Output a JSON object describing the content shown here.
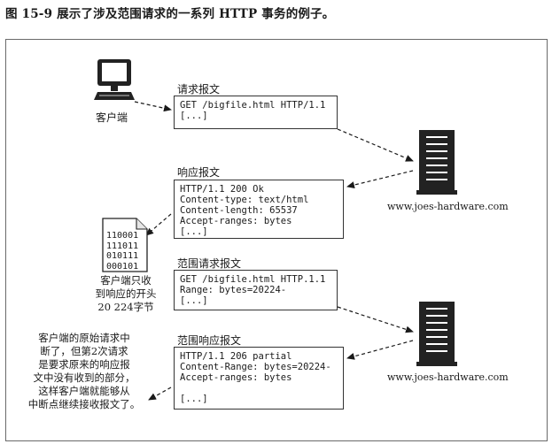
{
  "caption": "图 15-9 展示了涉及范围请求的一系列 HTTP 事务的例子。",
  "client": {
    "label": "客户端"
  },
  "servers": [
    {
      "label": "www.joes-hardware.com"
    },
    {
      "label": "www.joes-hardware.com"
    }
  ],
  "messages": [
    {
      "title": "请求报文",
      "lines": [
        "GET /bigfile.html HTTP/1.1",
        "[...]"
      ]
    },
    {
      "title": "响应报文",
      "lines": [
        "HTTP/1.1 200 Ok",
        "Content-type: text/html",
        "Content-length: 65537",
        "Accept-ranges: bytes",
        "[...]"
      ]
    },
    {
      "title": "范围请求报文",
      "lines": [
        "GET /bigfile.html HTTP.1.1",
        "Range: bytes=20224-",
        "[...]"
      ]
    },
    {
      "title": "范围响应报文",
      "lines": [
        "HTTP/1.1 206 partial",
        "Content-Range: bytes=20224-",
        "Accept-ranges: bytes",
        "",
        "[...]"
      ]
    }
  ],
  "datafile": {
    "bits": [
      "110001",
      "111011",
      "010111",
      "000101"
    ]
  },
  "notes": {
    "received": [
      "客户端只收",
      "到响应的开头",
      "20 224字节"
    ],
    "final": [
      "客户端的原始请求中",
      "断了，但第2次请求",
      "是要求原来的响应报",
      "文中没有收到的部分，",
      "这样客户端就能够从",
      "中断点继续接收报文了。"
    ]
  }
}
